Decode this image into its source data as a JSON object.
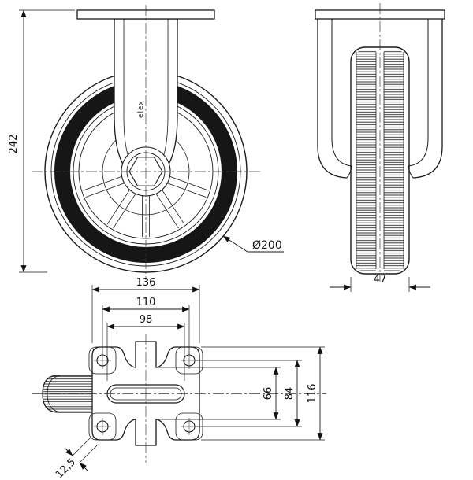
{
  "drawing": {
    "background": "#ffffff",
    "line_color": "#1a1a1a",
    "brand_label": "elex",
    "dimensions": {
      "overall_height": "242",
      "plate_length": "136",
      "wheel_diameter": "Ø200",
      "wheel_width": "47",
      "bolt_spacing_length": "110",
      "slot_length": "98",
      "leg_span": "66",
      "bolt_spacing_width": "84",
      "plate_width": "116",
      "corner_offset": "12,5"
    }
  }
}
